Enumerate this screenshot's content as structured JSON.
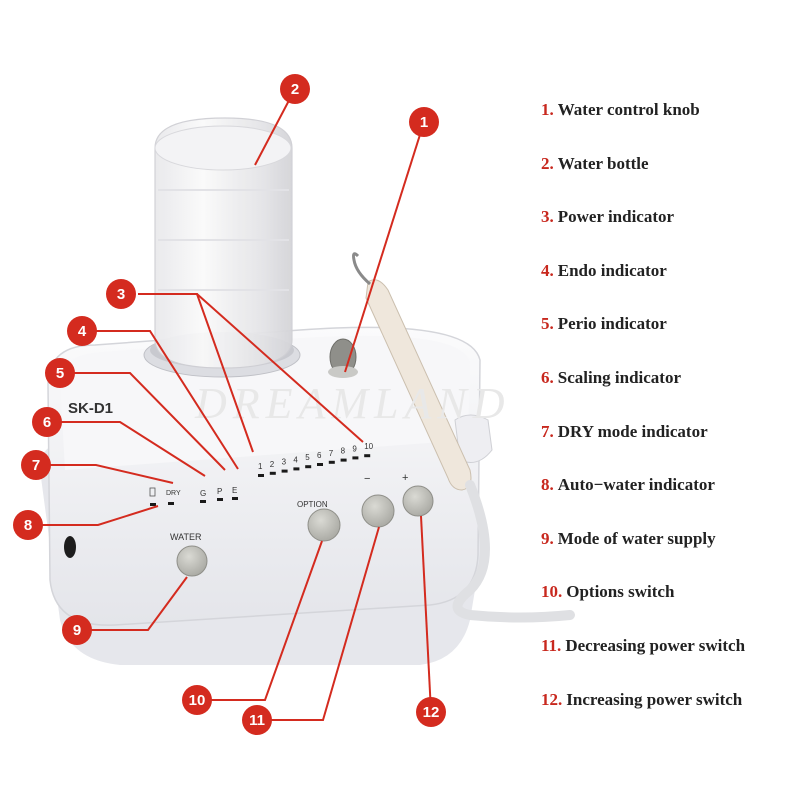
{
  "device": {
    "model": "SK-D1",
    "watermark": "DREAMLAND",
    "water_button_label": "WATER",
    "option_button_label": "OPTION",
    "minus_button_label": "−",
    "plus_button_label": "+",
    "dry_label": "DRY",
    "mode_letters": [
      "G",
      "P",
      "E"
    ],
    "power_levels": [
      "1",
      "2",
      "3",
      "4",
      "5",
      "6",
      "7",
      "8",
      "9",
      "10"
    ],
    "colors": {
      "callout": "#d42b1f",
      "body": "#f4f4f6",
      "button": "#c9c9c3",
      "lamp": "#1a1a1a"
    }
  },
  "callouts": [
    {
      "num": "1",
      "label": "Water control knob"
    },
    {
      "num": "2",
      "label": "Water bottle"
    },
    {
      "num": "3",
      "label": "Power indicator"
    },
    {
      "num": "4",
      "label": "Endo indicator"
    },
    {
      "num": "5",
      "label": "Perio indicator"
    },
    {
      "num": "6",
      "label": "Scaling indicator"
    },
    {
      "num": "7",
      "label": "DRY mode indicator"
    },
    {
      "num": "8",
      "label": "Auto−water indicator"
    },
    {
      "num": "9",
      "label": "Mode of water supply"
    },
    {
      "num": "10",
      "label": "Options switch"
    },
    {
      "num": "11",
      "label": "Decreasing power switch"
    },
    {
      "num": "12",
      "label": "Increasing power switch"
    }
  ]
}
